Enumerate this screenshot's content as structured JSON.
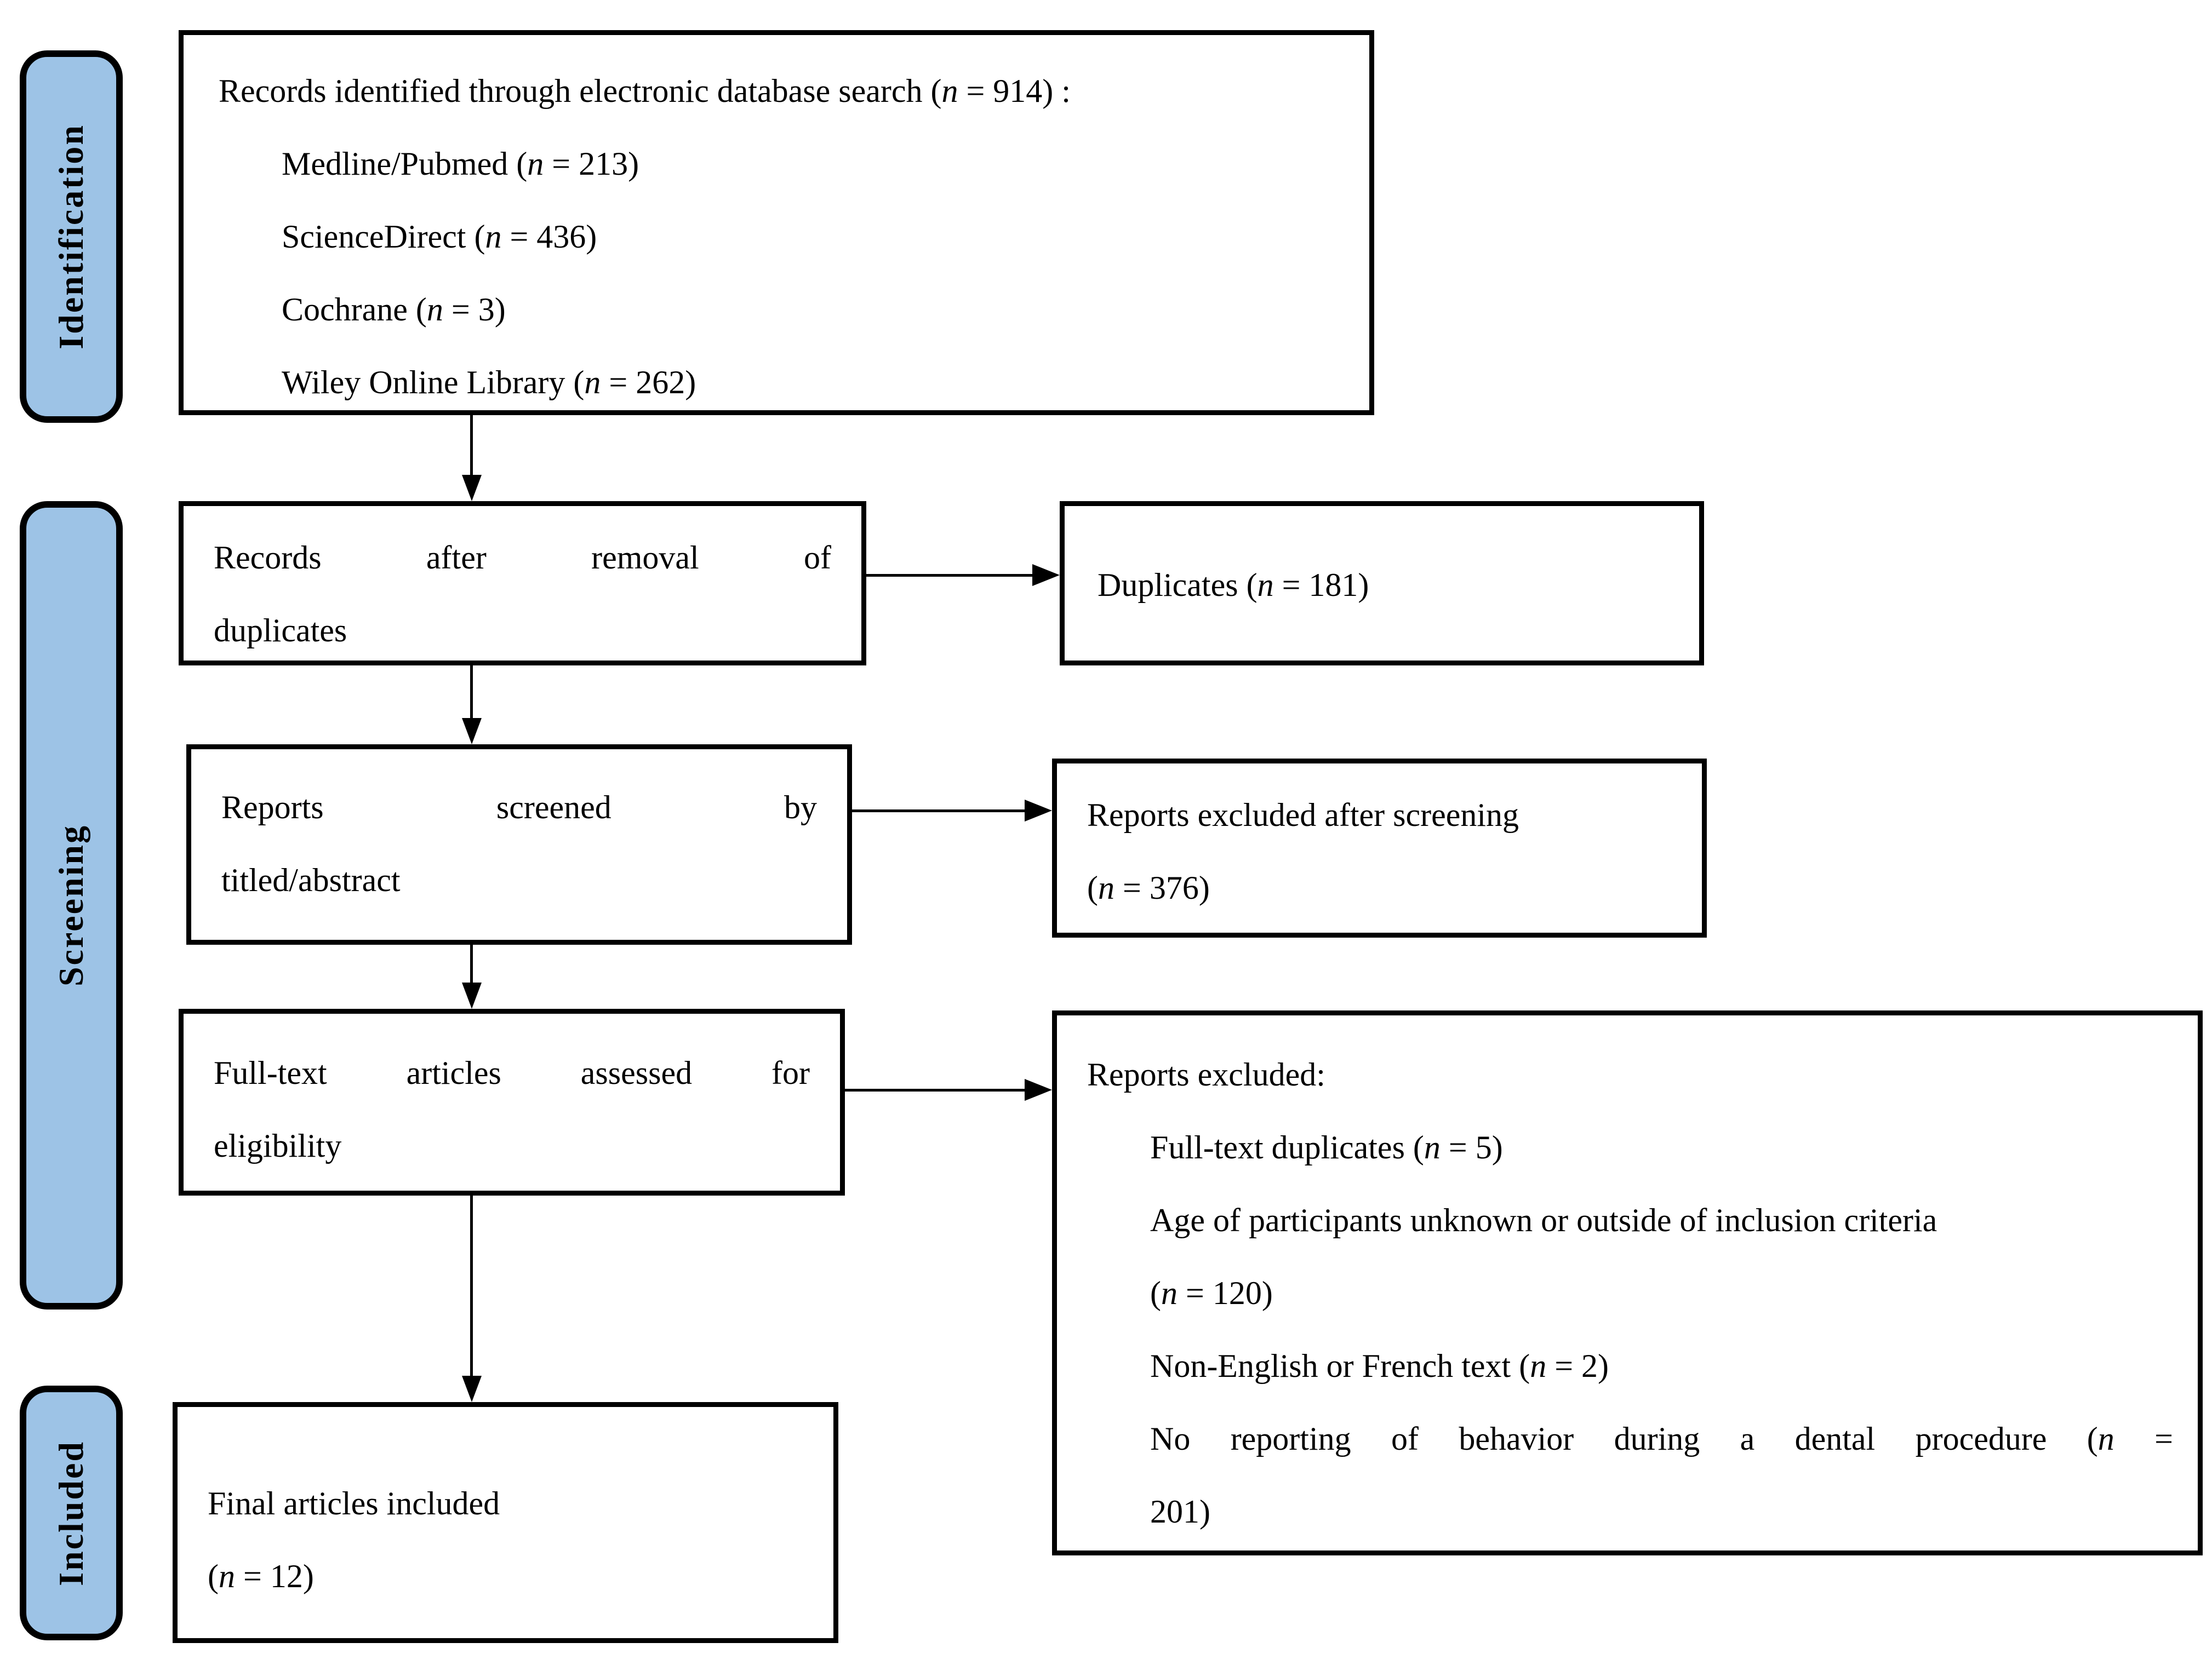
{
  "colors": {
    "stage_fill": "#9DC3E6",
    "border": "#000000",
    "background": "#FFFFFF"
  },
  "sidebar": {
    "stages": [
      {
        "label": "Identification"
      },
      {
        "label": "Screening"
      },
      {
        "label": "Included"
      }
    ]
  },
  "boxes": {
    "identified": {
      "title": "Records identified through electronic database search (n = 914) :",
      "items": [
        "Medline/Pubmed (n = 213)",
        "ScienceDirect (n = 436)",
        "Cochrane (n = 3)",
        "Wiley Online Library (n = 262)"
      ]
    },
    "after_duplicates": {
      "lines": [
        "Records after removal of",
        "duplicates"
      ]
    },
    "duplicates": {
      "lines": [
        "Duplicates (n = 181)"
      ]
    },
    "screened": {
      "lines": [
        "Reports screened by",
        "titled/abstract"
      ]
    },
    "excluded_screening": {
      "lines": [
        "Reports excluded after screening",
        "(n = 376)"
      ]
    },
    "fulltext": {
      "lines": [
        "Full-text articles assessed for",
        "eligibility"
      ]
    },
    "reports_excluded": {
      "title": "Reports excluded:",
      "lines": [
        "Full-text duplicates (n = 5)",
        "Age of participants unknown or outside of inclusion criteria",
        "(n = 120)",
        "Non-English or French text (n = 2)",
        "No reporting of behavior during a dental procedure (n =",
        "201)"
      ]
    },
    "final": {
      "lines": [
        "Final articles included",
        "(n = 12)"
      ]
    }
  }
}
